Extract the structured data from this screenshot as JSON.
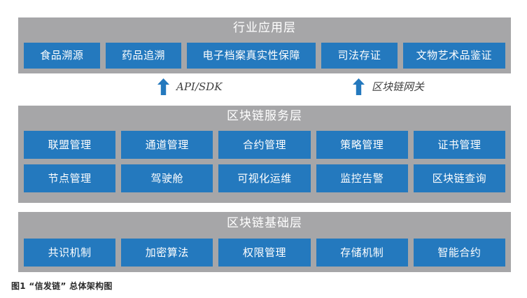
{
  "figure": {
    "caption": "图1 “信发链” 总体架构图",
    "colors": {
      "panel_gray": "#a6a6a8",
      "box_blue": "#2479be",
      "box_text": "#ffffff",
      "panel_title_text": "#ffffff",
      "connector_label_text": "#3f3f3f",
      "arrow_blue": "#2479be",
      "background": "#ffffff",
      "caption_text": "#2a2a2a"
    }
  },
  "layers": {
    "application": {
      "title": "行业应用层",
      "items": [
        "食品溯源",
        "药品追溯",
        "电子档案真实性保障",
        "司法存证",
        "文物艺术品鉴证"
      ]
    },
    "service": {
      "title": "区块链服务层",
      "rows": [
        [
          "联盟管理",
          "通道管理",
          "合约管理",
          "策略管理",
          "证书管理"
        ],
        [
          "节点管理",
          "驾驶舱",
          "可视化运维",
          "监控告警",
          "区块链查询"
        ]
      ]
    },
    "base": {
      "title": "区块链基础层",
      "items": [
        "共识机制",
        "加密算法",
        "权限管理",
        "存储机制",
        "智能合约"
      ]
    }
  },
  "connectors": [
    {
      "icon": "up-arrow-icon",
      "label": "API/SDK"
    },
    {
      "icon": "up-arrow-icon",
      "label": "区块链网关"
    }
  ]
}
